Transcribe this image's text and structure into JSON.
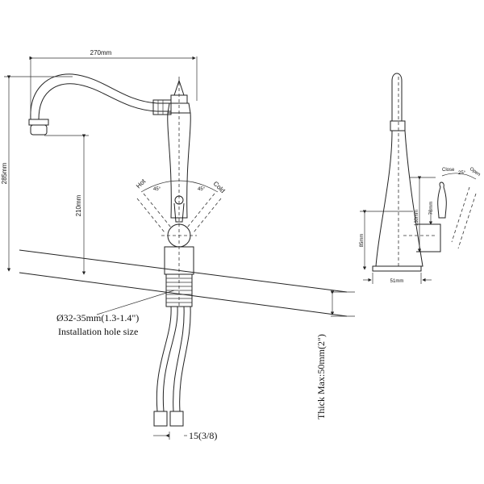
{
  "front_view": {
    "width_label": "270mm",
    "height_label": "285mm",
    "spout_height_label": "210mm",
    "hot_label": "Hot",
    "cold_label": "Cold",
    "angle_left": "45°",
    "angle_right": "45°",
    "hole_size_label": "Ø32-35mm(1.3-1.4\")",
    "hole_caption": "Installation hole size",
    "thickness_label": "Thick Max:50mm(2\")",
    "hose_label": "15(3/8)"
  },
  "side_view": {
    "close_label": "Close",
    "open_label": "Open",
    "angle_label": "25°",
    "lever_height_label": "130mm",
    "handle_label": "78mm",
    "body_height_label": "85mm",
    "base_label": "51mm"
  }
}
